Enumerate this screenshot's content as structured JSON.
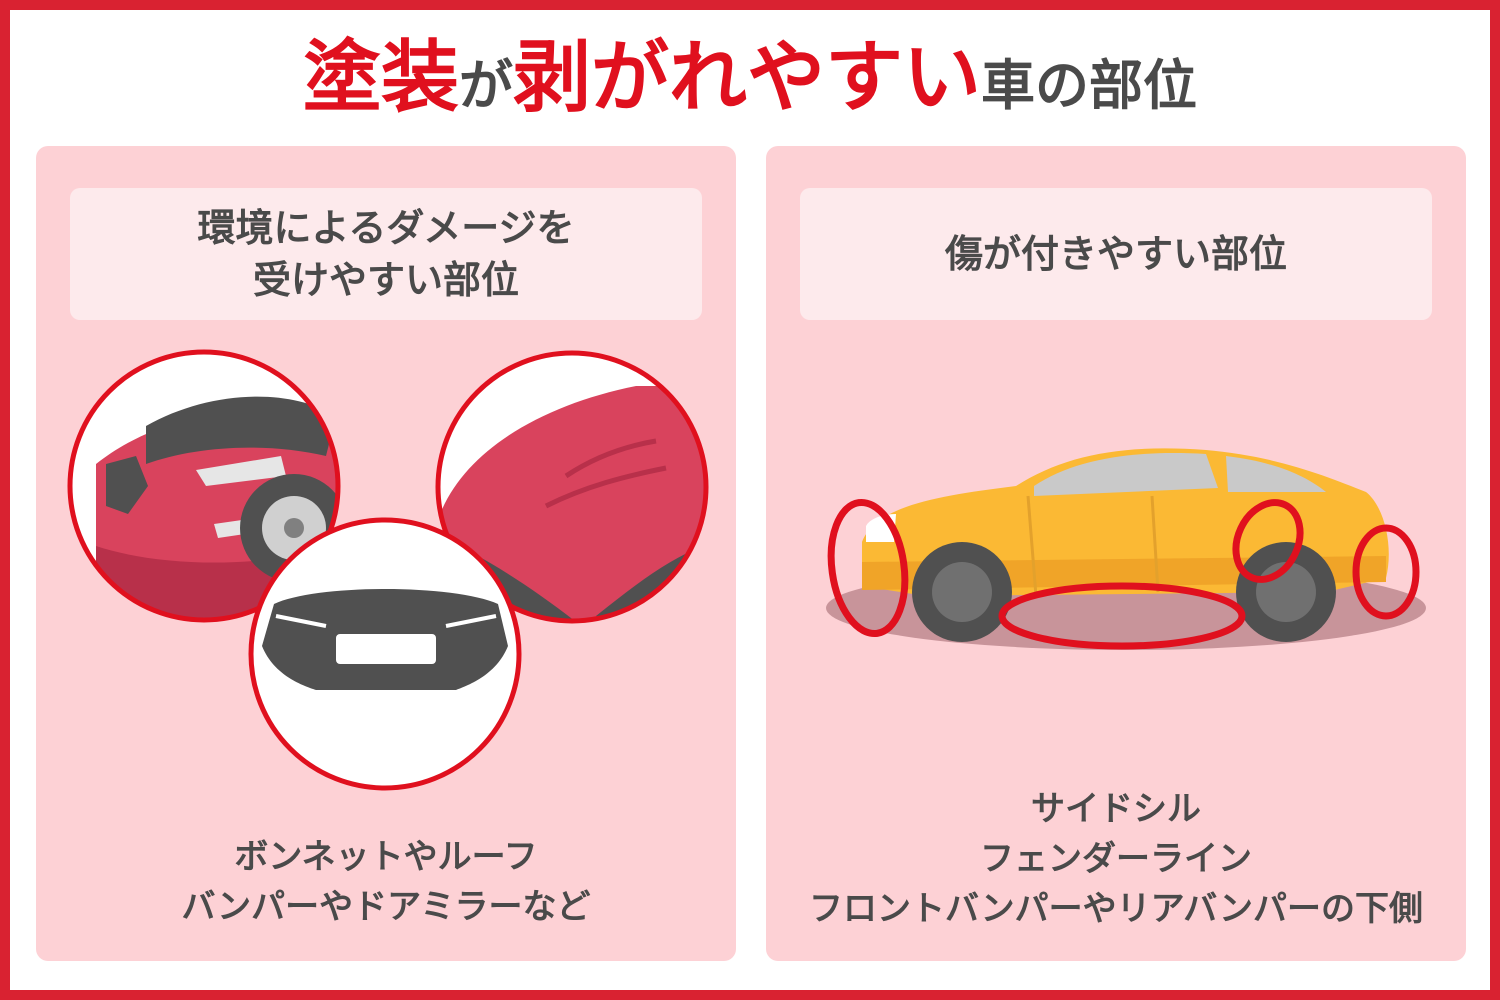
{
  "title": {
    "parts": [
      {
        "text": "塗装",
        "accent": true
      },
      {
        "text": "が",
        "accent": false
      },
      {
        "text": "剥がれやすい",
        "accent": true
      },
      {
        "text": "車の部位",
        "accent": false
      }
    ]
  },
  "left_panel": {
    "header_line1": "環境によるダメージを",
    "header_line2": "受けやすい部位",
    "caption_line1": "ボンネットやルーフ",
    "caption_line2": "バンパーやドアミラーなど",
    "illustrations": [
      "car-front-icon",
      "car-roof-icon",
      "bumper-icon"
    ]
  },
  "right_panel": {
    "header": "傷が付きやすい部位",
    "caption_line1": "サイドシル",
    "caption_line2": "フェンダーライン",
    "caption_line3": "フロントバンパーやリアバンパーの下側",
    "illustrations": [
      "yellow-car-icon"
    ]
  },
  "colors": {
    "accent_red": "#e0101e",
    "frame_red": "#d92231",
    "panel_pink": "#fdd1d5",
    "header_pink": "#fdeaec",
    "text_gray": "#4a4a4a",
    "car_red": "#d9435d",
    "car_yellow": "#fbb934",
    "bumper_gray": "#505050"
  }
}
